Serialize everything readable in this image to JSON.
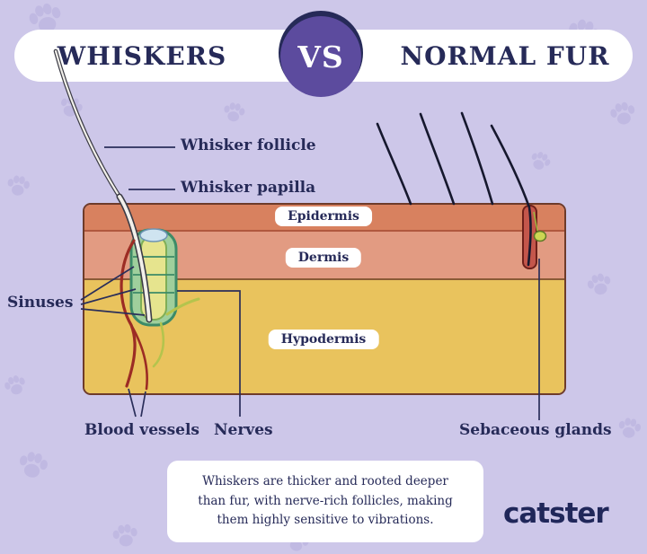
{
  "header": {
    "left_title": "WHISKERS",
    "vs_label": "VS",
    "right_title": "NORMAL FUR"
  },
  "diagram": {
    "layer_pills": {
      "epidermis": "Epidermis",
      "dermis": "Dermis",
      "hypodermis": "Hypodermis"
    },
    "callouts": {
      "whisker_follicle": "Whisker follicle",
      "whisker_papilla": "Whisker papilla",
      "sinuses": "Sinuses",
      "blood_vessels": "Blood vessels",
      "nerves": "Nerves",
      "sebaceous_glands": "Sebaceous glands"
    }
  },
  "caption": {
    "lines": [
      "Whiskers are thicker and rooted deeper",
      "than fur, with nerve-rich follicles, making",
      "them highly sensitive to vibrations."
    ]
  },
  "brand": {
    "logo_text": "catster"
  },
  "colors": {
    "background": "#cdc7e9",
    "accent_purple": "#5c4b9e",
    "navy": "#262a58",
    "epidermis": "#d8815f",
    "dermis": "#e29b82",
    "hypodermis": "#e9c35d"
  }
}
